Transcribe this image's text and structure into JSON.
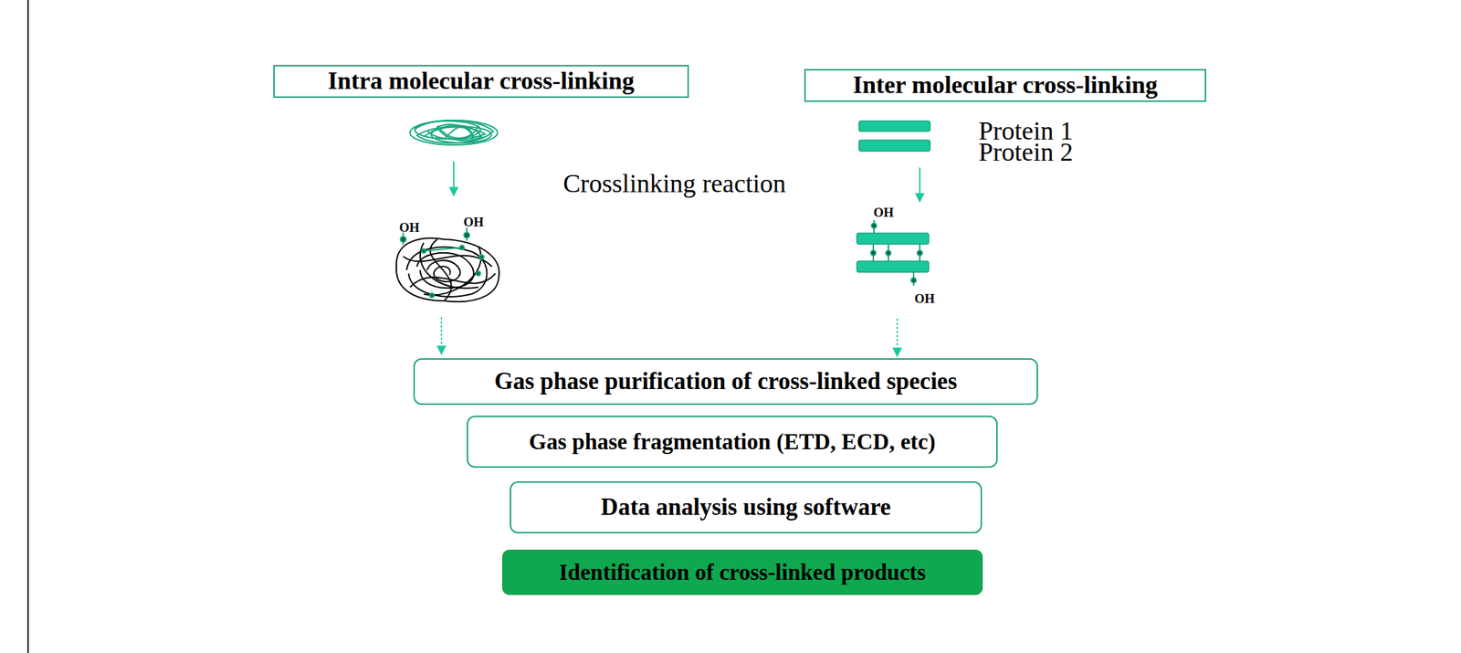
{
  "diagram": {
    "nodes": [
      {
        "text": [
          "Intra molecular cross-linking"
        ]
      },
      {
        "text": [
          "Inter molecular cross-linking"
        ]
      },
      {
        "text": [
          "Gas phase purification of cross-linked species"
        ]
      },
      {
        "text": [
          "Gas phase fragmentation (ETD, ECD, etc)"
        ]
      },
      {
        "text": [
          "Data analysis using software"
        ]
      },
      {
        "text": [
          "Identification of cross-linked products"
        ]
      }
    ],
    "labels": [
      "Protein 1",
      "Protein 2",
      "Crosslinking reaction",
      "OH",
      "OH",
      "OH",
      "OH"
    ]
  }
}
